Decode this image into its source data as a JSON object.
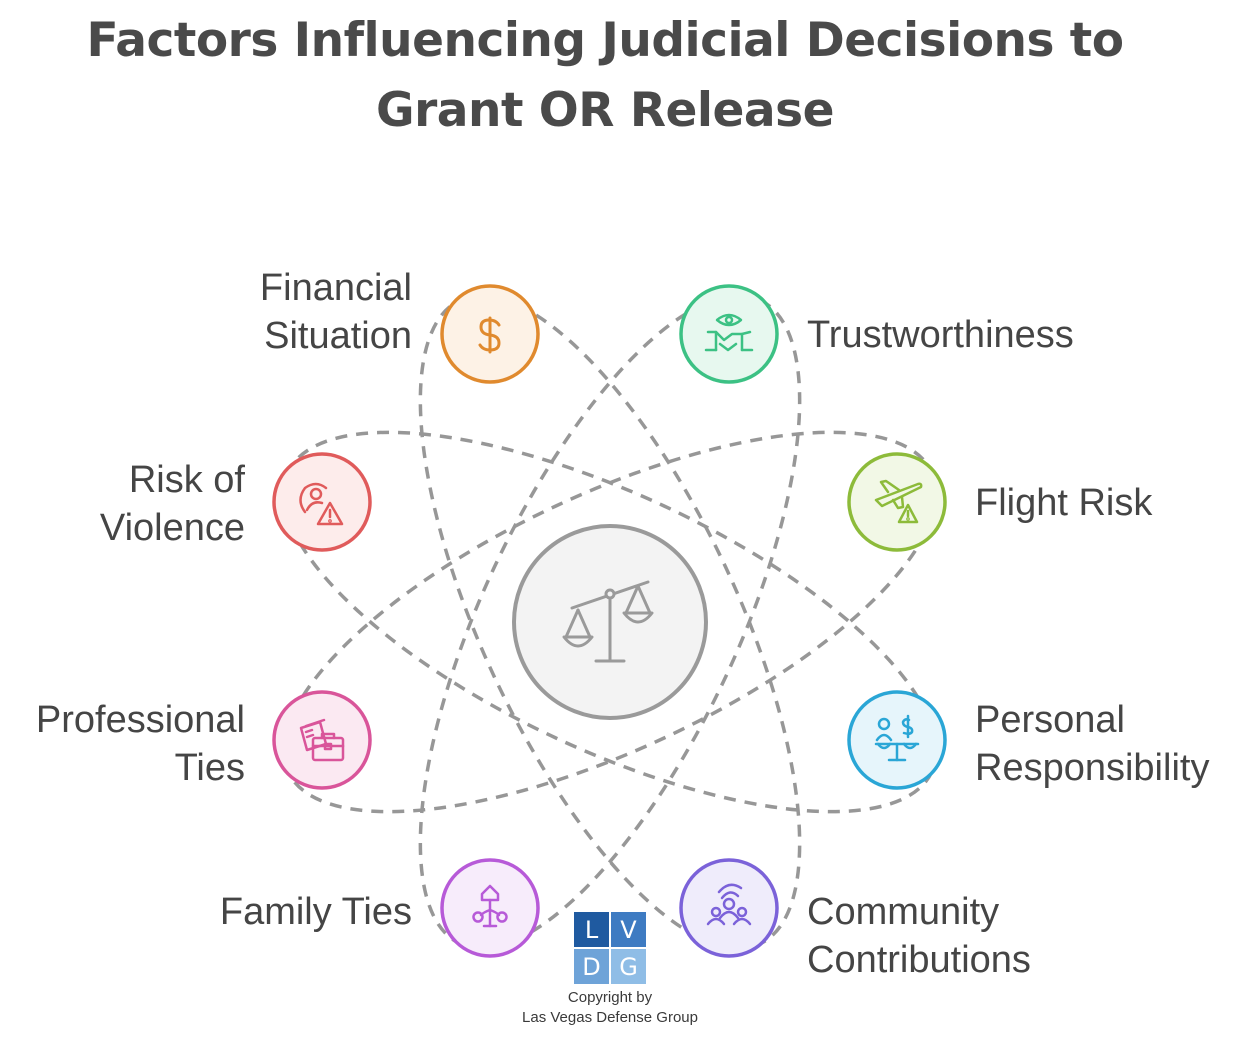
{
  "title": {
    "line1": "Factors Influencing Judicial Decisions to",
    "line2": "Grant OR Release"
  },
  "factors": [
    {
      "label_lines": [
        "Financial",
        "Situation"
      ],
      "icon": "dollar-icon",
      "color": "#e08a2e",
      "fill": "#fdf2e6"
    },
    {
      "label_lines": [
        "Trustworthiness"
      ],
      "icon": "handshake-eye-icon",
      "color": "#3cc184",
      "fill": "#e7f8ef"
    },
    {
      "label_lines": [
        "Flight Risk"
      ],
      "icon": "airplane-warning-icon",
      "color": "#8dbb3a",
      "fill": "#f2f8e6"
    },
    {
      "label_lines": [
        "Personal",
        "Responsibility"
      ],
      "icon": "person-scale-icon",
      "color": "#2aa6d6",
      "fill": "#e6f5fb"
    },
    {
      "label_lines": [
        "Community",
        "Contributions"
      ],
      "icon": "community-people-icon",
      "color": "#7b62d9",
      "fill": "#efecfb"
    },
    {
      "label_lines": [
        "Family Ties"
      ],
      "icon": "family-tree-icon",
      "color": "#b75ad8",
      "fill": "#f7ecfb"
    },
    {
      "label_lines": [
        "Professional",
        "Ties"
      ],
      "icon": "briefcase-documents-icon",
      "color": "#d9559a",
      "fill": "#fbe9f2"
    },
    {
      "label_lines": [
        "Risk of",
        "Violence"
      ],
      "icon": "person-warning-icon",
      "color": "#e05b5b",
      "fill": "#fdeceb"
    }
  ],
  "center": {
    "icon": "balance-scale-icon",
    "color": "#9a9a9a",
    "fill": "#f3f3f3"
  },
  "logo": {
    "cells": [
      "L",
      "V",
      "D",
      "G"
    ],
    "colors": [
      "#1f5aa0",
      "#3e7bc2",
      "#6ea3d8",
      "#8fbde6"
    ]
  },
  "copyright": {
    "line1": "Copyright by",
    "line2": "Las Vegas Defense Group"
  }
}
